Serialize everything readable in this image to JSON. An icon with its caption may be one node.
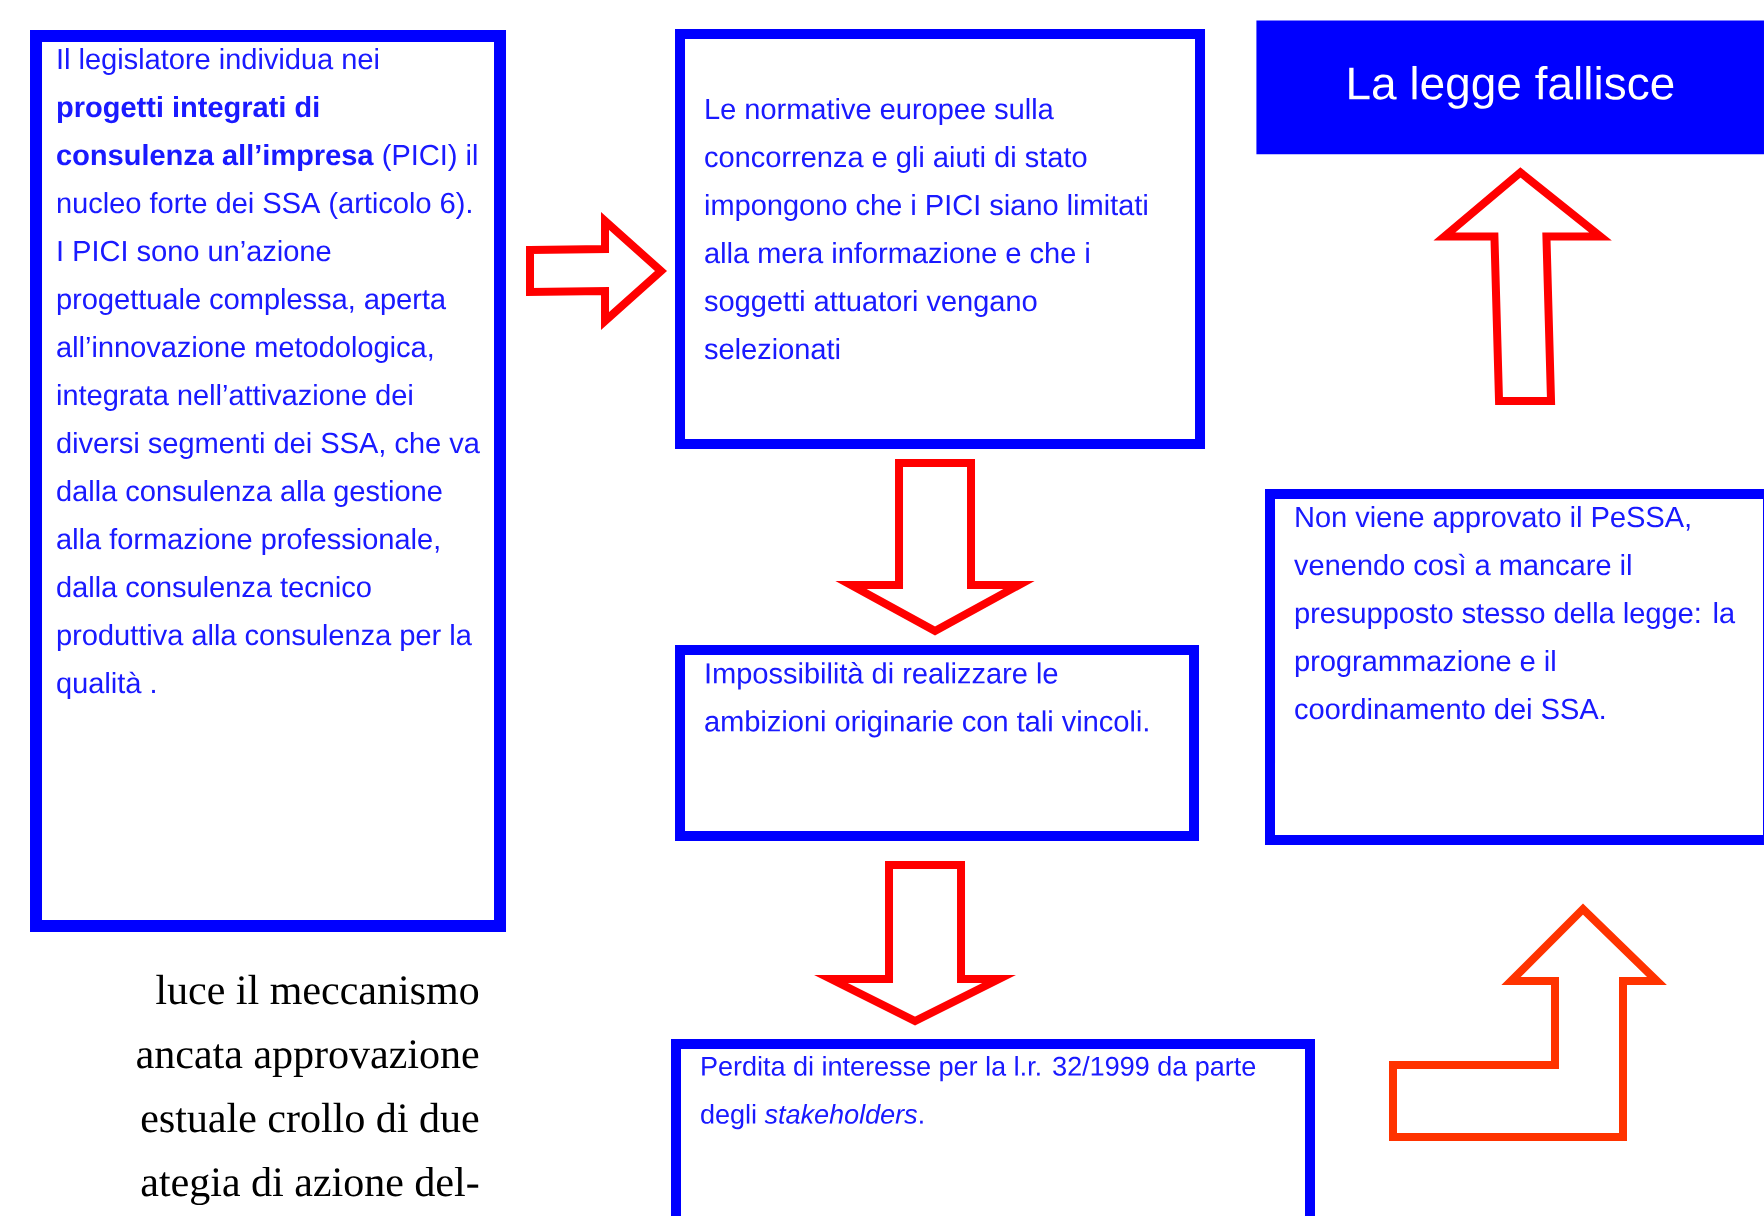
{
  "diagram": {
    "nodes": [
      {
        "text": [
          "Il legislatore individua nei **progetti integrati di consulenza all’impresa** (PICI) il nucleo forte dei SSA (articolo 6).",
          "I PICI sono un’azione progettuale complessa, aperta all’innovazione metodologica, integrata nell’attivazione dei diversi segmenti dei SSA, che va dalla consulenza alla gestione alla formazione professionale, dalla consulenza tecnico produttiva alla consulenza per la qualità ."
        ]
      },
      {
        "text": [
          "Le normative europee sulla concorrenza e gli aiuti di stato impongono che i PICI siano limitati alla mera informazione e che i soggetti attuatori vengano selezionati"
        ]
      },
      {
        "text": [
          "La legge fallisce"
        ]
      },
      {
        "text": [
          "Impossibilità di realizzare le ambizioni originarie con tali vincoli."
        ]
      },
      {
        "text": [
          "Non viene approvato il PeSSA, venendo così a mancare il presupposto stesso della legge: la programmazione e il coordinamento dei SSA."
        ]
      },
      {
        "text": [
          "Perdita di interesse per la l.r. 32/1999 da parte degli *stakeholders*."
        ]
      }
    ],
    "edges": [
      {
        "from": 0,
        "to": 1,
        "arrow": "to"
      },
      {
        "from": 1,
        "to": 3,
        "arrow": "to"
      },
      {
        "from": 3,
        "to": 5,
        "arrow": "to"
      },
      {
        "from": 5,
        "to": 4,
        "arrow": "to",
        "color": "#ff3300"
      },
      {
        "from": 4,
        "to": 2,
        "arrow": "to"
      }
    ],
    "labels": [
      "luce il meccanismo",
      "ancata approvazione",
      "estuale crollo di due",
      "ategia di azione del-"
    ]
  }
}
